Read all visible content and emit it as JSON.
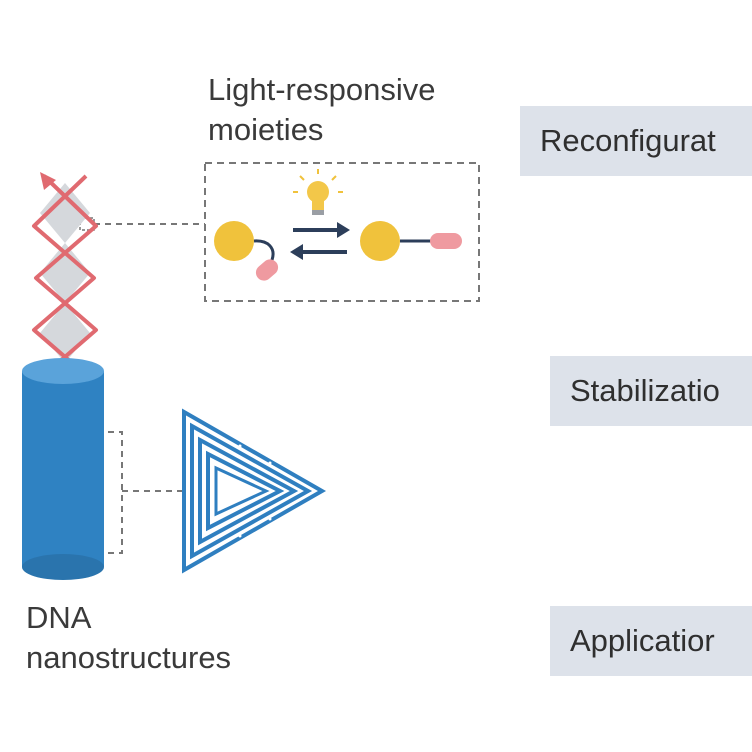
{
  "labels": {
    "light_responsive_line1": "Light-responsive",
    "light_responsive_line2": "moieties",
    "dna_line1": "DNA",
    "dna_line2": "nanostructures"
  },
  "boxes": {
    "reconfiguration": "Reconfigurat",
    "stabilization": "Stabilizatio",
    "application": "Applicatior"
  },
  "colors": {
    "helix": "#e06a70",
    "helix_fill": "#d5d8dc",
    "cylinder": "#2f82c2",
    "triangle": "#2f7fc0",
    "yellow_ball": "#f0c23c",
    "pink_ball": "#ef9aa0",
    "arrow": "#2c3e5a",
    "dashed": "#777777",
    "box_bg": "#dde2ea"
  },
  "icons": [
    "dna-helix-icon",
    "cylinder-icon",
    "triangle-origami-icon",
    "light-bulb-icon",
    "equilibrium-arrows-icon"
  ]
}
